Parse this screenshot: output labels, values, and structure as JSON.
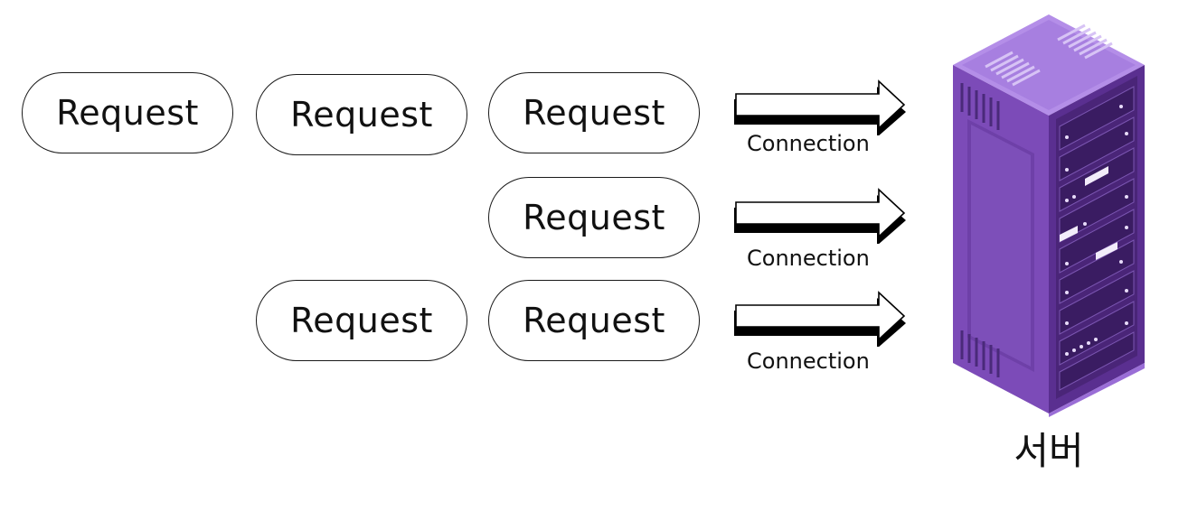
{
  "diagram": {
    "requests": [
      {
        "label": "Request"
      },
      {
        "label": "Request"
      },
      {
        "label": "Request"
      },
      {
        "label": "Request"
      },
      {
        "label": "Request"
      },
      {
        "label": "Request"
      }
    ],
    "connections": [
      {
        "label": "Connection"
      },
      {
        "label": "Connection"
      },
      {
        "label": "Connection"
      }
    ],
    "server": {
      "label": "서버",
      "icon": "server-rack-icon",
      "color": "#8b5ac7"
    }
  }
}
